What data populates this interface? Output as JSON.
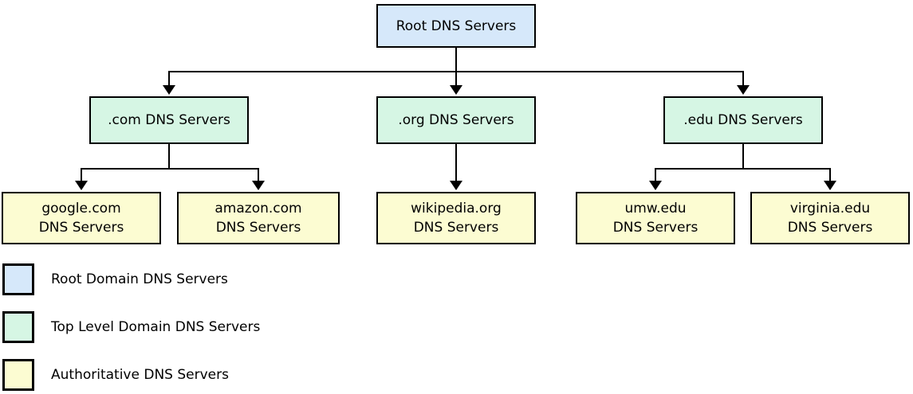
{
  "diagram": {
    "nodes": {
      "root": {
        "label": "Root DNS Servers"
      },
      "com": {
        "label": ".com DNS Servers"
      },
      "org": {
        "label": ".org DNS Servers"
      },
      "edu": {
        "label": ".edu DNS Servers"
      },
      "google": {
        "line1": "google.com",
        "line2": "DNS Servers"
      },
      "amazon": {
        "line1": "amazon.com",
        "line2": "DNS Servers"
      },
      "wikipedia": {
        "line1": "wikipedia.org",
        "line2": "DNS Servers"
      },
      "umw": {
        "line1": "umw.edu",
        "line2": "DNS Servers"
      },
      "virginia": {
        "line1": "virginia.edu",
        "line2": "DNS Servers"
      }
    },
    "colors": {
      "root": "#d6e8fa",
      "tld": "#d6f6e4",
      "auth": "#fcfcd2",
      "line": "#000000",
      "background": "#ffffff"
    },
    "legend": [
      {
        "swatch": "root",
        "label": "Root Domain DNS Servers"
      },
      {
        "swatch": "tld",
        "label": "Top Level Domain DNS Servers"
      },
      {
        "swatch": "auth",
        "label": "Authoritative DNS Servers"
      }
    ]
  }
}
